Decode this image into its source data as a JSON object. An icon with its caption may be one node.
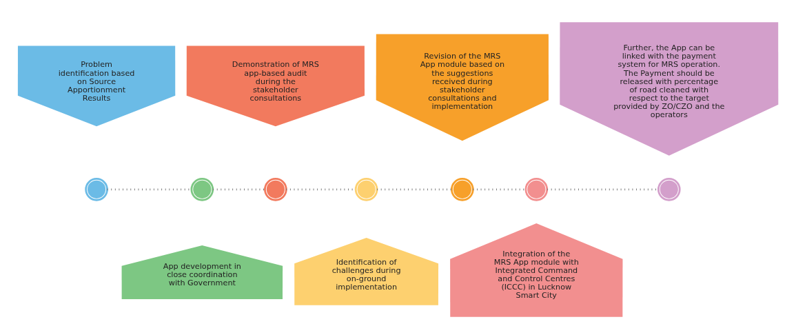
{
  "diagram": {
    "nodes": [
      {
        "text": [
          "Problem identification based on Source Apportionment Results"
        ]
      },
      {
        "text": [
          "App development in close coordination with Government"
        ]
      },
      {
        "text": [
          "Demonstration of MRS app-based audit during the stakeholder consultations"
        ]
      },
      {
        "text": [
          "Identification of challenges during on-ground implementation"
        ]
      },
      {
        "text": [
          "Revision of the MRS App module based on the suggestions received during stakeholder consultations and implementation"
        ]
      },
      {
        "text": [
          "Integration of the MRS App module with Integrated Command and Control Centres (ICCC) in Lucknow Smart City"
        ]
      },
      {
        "text": [
          "Further, the App can be linked with the payment system for MRS operation. The Payment should be released with percentage of road cleaned with respect to the target provided by ZO/CZO and the operators"
        ]
      },
      {
        "text": [],
        "shape": "circle"
      },
      {
        "text": [],
        "shape": "circle"
      },
      {
        "text": [],
        "shape": "circle"
      },
      {
        "text": [],
        "shape": "circle"
      },
      {
        "text": [],
        "shape": "circle"
      },
      {
        "text": [],
        "shape": "circle"
      },
      {
        "text": [],
        "shape": "circle"
      }
    ],
    "edges": [
      {
        "from": 7,
        "to": 8,
        "arrow": "none",
        "style": "dashed"
      },
      {
        "from": 8,
        "to": 9,
        "arrow": "none",
        "style": "dashed"
      },
      {
        "from": 9,
        "to": 10,
        "arrow": "none",
        "style": "dashed"
      },
      {
        "from": 10,
        "to": 11,
        "arrow": "none",
        "style": "dashed"
      },
      {
        "from": 11,
        "to": 12,
        "arrow": "none",
        "style": "dashed"
      },
      {
        "from": 12,
        "to": 13,
        "arrow": "none",
        "style": "dashed"
      }
    ]
  }
}
